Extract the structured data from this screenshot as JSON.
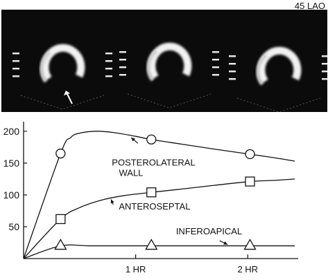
{
  "figure": {
    "view_label": "45 LAO"
  },
  "scan_images": [
    {
      "arrow": true
    },
    {
      "arrow": false
    },
    {
      "arrow": false
    }
  ],
  "chart_data": {
    "type": "line",
    "x_tick_labels": [
      {
        "value": 1,
        "label": "1 HR"
      },
      {
        "value": 2,
        "label": "2 HR"
      }
    ],
    "y_ticks": [
      50,
      100,
      150,
      200
    ],
    "xlim": [
      0,
      2.45
    ],
    "ylim": [
      0,
      215
    ],
    "grid": false,
    "series": [
      {
        "name": "POSTEROLATERAL\nWALL",
        "marker": "circle",
        "points": [
          [
            0.33,
            165
          ],
          [
            1.14,
            187
          ],
          [
            2.02,
            164
          ]
        ],
        "curve": [
          [
            0,
            0
          ],
          [
            0.33,
            165
          ],
          [
            0.42,
            190
          ],
          [
            0.5,
            197
          ],
          [
            0.65,
            200
          ],
          [
            0.8,
            198
          ],
          [
            1.0,
            192
          ],
          [
            1.14,
            187
          ],
          [
            1.4,
            180
          ],
          [
            1.7,
            172
          ],
          [
            2.02,
            164
          ],
          [
            2.25,
            158
          ],
          [
            2.42,
            153
          ]
        ]
      },
      {
        "name": "ANTEROSEPTAL",
        "marker": "square",
        "points": [
          [
            0.33,
            62
          ],
          [
            1.14,
            104
          ],
          [
            2.02,
            121
          ]
        ],
        "curve": [
          [
            0,
            0
          ],
          [
            0.33,
            62
          ],
          [
            0.5,
            80
          ],
          [
            0.7,
            92
          ],
          [
            0.9,
            99
          ],
          [
            1.14,
            104
          ],
          [
            1.4,
            109
          ],
          [
            1.7,
            115
          ],
          [
            2.02,
            121
          ],
          [
            2.25,
            123
          ],
          [
            2.42,
            125
          ]
        ]
      },
      {
        "name": "INFEROAPICAL",
        "marker": "triangle",
        "points": [
          [
            0.33,
            20
          ],
          [
            1.14,
            20
          ],
          [
            2.02,
            20
          ]
        ],
        "curve": [
          [
            0,
            0
          ],
          [
            0.33,
            20
          ],
          [
            0.6,
            20
          ],
          [
            1.14,
            20
          ],
          [
            1.6,
            20
          ],
          [
            2.02,
            20
          ],
          [
            2.42,
            20
          ]
        ]
      }
    ]
  }
}
